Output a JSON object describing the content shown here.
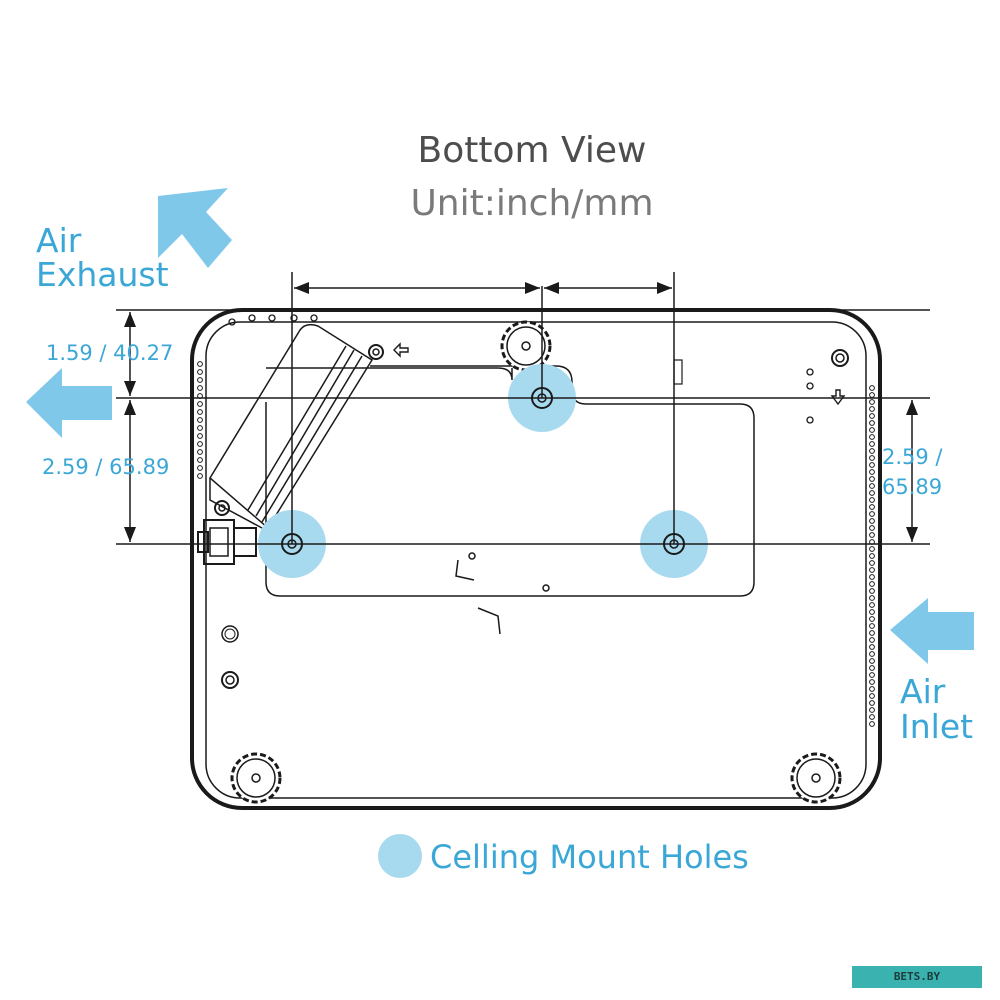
{
  "title": "Bottom View",
  "unit": "Unit:inch/mm",
  "air_exhaust": [
    "Air",
    "Exhaust"
  ],
  "air_inlet": [
    "Air",
    "Inlet"
  ],
  "dimensions": {
    "top_dim": "1.59 / 40.27",
    "left_dim": "2.59 / 65.89",
    "right_dim": [
      "2.59 /",
      "65.89"
    ]
  },
  "legend_label": "Celling Mount Holes",
  "watermark": "BETS.BY",
  "colors": {
    "accent_blue": "#3aa7d6",
    "hole_fill": "#a8daef",
    "arrow_fill": "#7fc8ea",
    "outline": "#1a1a1a"
  }
}
